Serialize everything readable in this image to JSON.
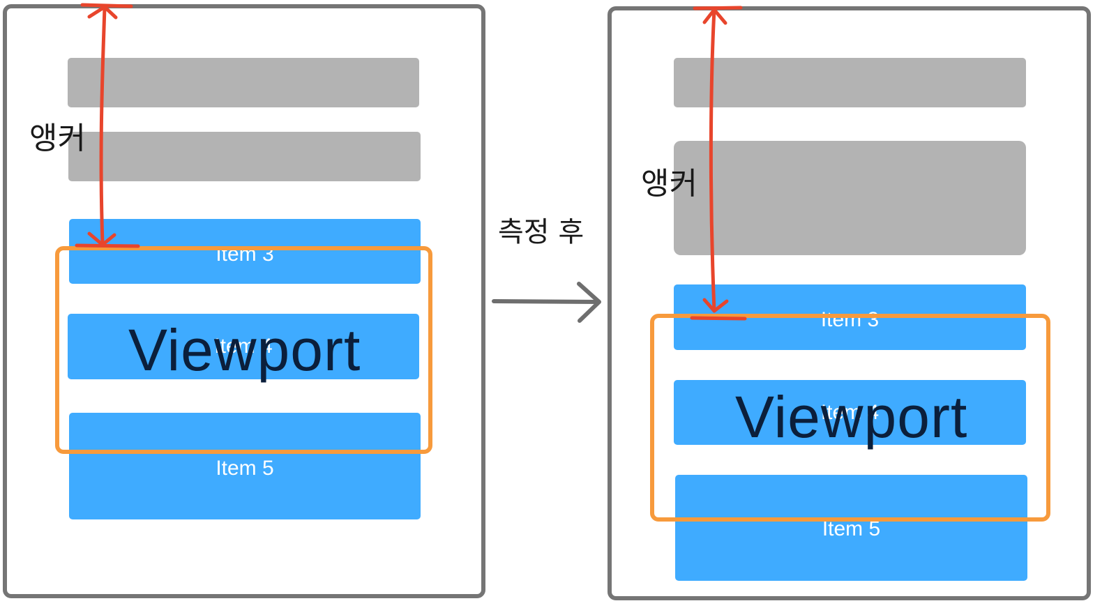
{
  "colors": {
    "panel_border": "#757575",
    "placeholder_gray": "#b3b3b3",
    "item_blue": "#3fabff",
    "viewport_orange": "#f79a3c",
    "anchor_red": "#e8452c",
    "arrow_gray": "#6e6e6e"
  },
  "step_label": "측정 후",
  "before": {
    "anchor_label": "앵커",
    "items": [
      "Item 3",
      "Item 4",
      "Item 5"
    ],
    "viewport_label": "Viewport"
  },
  "after": {
    "anchor_label": "앵커",
    "items": [
      "Item 3",
      "Item 4",
      "Item 5"
    ],
    "viewport_label": "Viewport"
  }
}
